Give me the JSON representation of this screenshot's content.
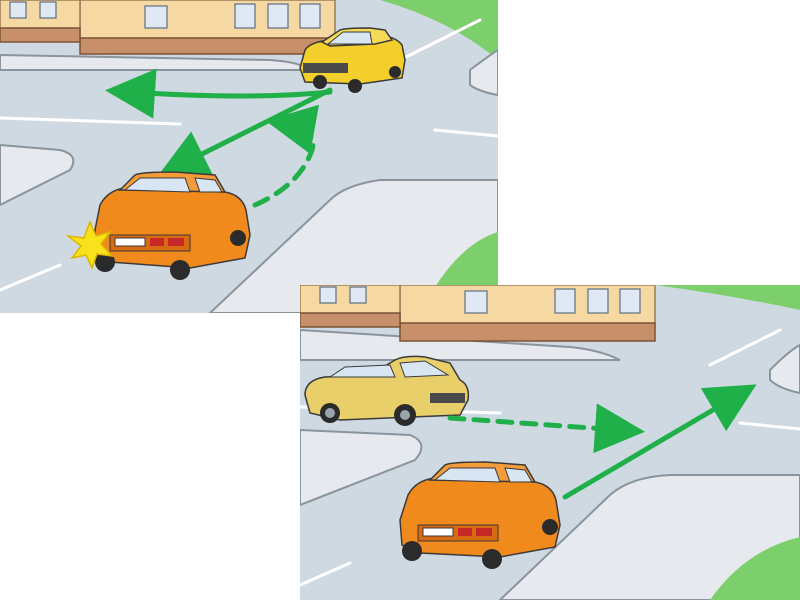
{
  "scenes": [
    {
      "id": "top",
      "description_label": "",
      "cars": [
        {
          "role": "turning-car-with-indicator",
          "color": "#f08a1c"
        },
        {
          "role": "oncoming-car",
          "color": "#f2cf2a"
        }
      ],
      "arrows": [
        {
          "style": "dashed",
          "color": "#1fb04a"
        },
        {
          "style": "solid",
          "color": "#1fb04a"
        },
        {
          "style": "solid",
          "color": "#1fb04a"
        }
      ],
      "signal": {
        "type": "turn-indicator-flash",
        "color": "#f7e21b"
      }
    },
    {
      "id": "bottom",
      "description_label": "",
      "cars": [
        {
          "role": "straight-car",
          "color": "#f08a1c"
        },
        {
          "role": "side-car",
          "color": "#e8cf6a"
        }
      ],
      "arrows": [
        {
          "style": "solid",
          "color": "#1fb04a"
        },
        {
          "style": "dashed",
          "color": "#1fb04a"
        }
      ]
    }
  ],
  "colors": {
    "road": "#cfd9e2",
    "road_edge": "#7e8a95",
    "sidewalk": "#e6eaee",
    "curb": "#8a949c",
    "grass": "#7ccf6a",
    "building_wall": "#f6d9a2",
    "building_base": "#c7906a",
    "arrow": "#1fb04a"
  }
}
